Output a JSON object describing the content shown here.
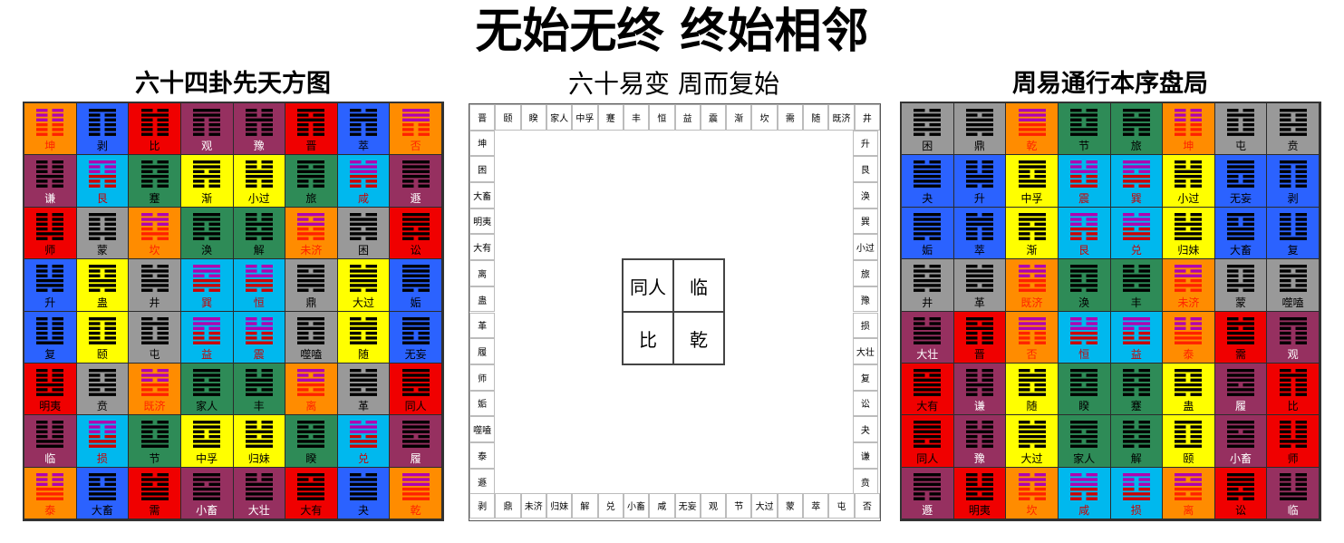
{
  "title": "无始无终 终始相邻",
  "colors": {
    "orange": "#ff8c00",
    "blue": "#2b62ff",
    "red": "#f00000",
    "purple": "#963060",
    "yellow": "#ffff00",
    "cyan": "#00b8ee",
    "green": "#2e8b57",
    "gray": "#999999"
  },
  "left_panel": {
    "title": "六十四卦先天方图",
    "rows": [
      [
        [
          "坤",
          "orange"
        ],
        [
          "剥",
          "blue"
        ],
        [
          "比",
          "red"
        ],
        [
          "观",
          "purple"
        ],
        [
          "豫",
          "purple"
        ],
        [
          "晋",
          "red"
        ],
        [
          "萃",
          "blue"
        ],
        [
          "否",
          "orange"
        ]
      ],
      [
        [
          "谦",
          "purple"
        ],
        [
          "艮",
          "cyan"
        ],
        [
          "蹇",
          "green"
        ],
        [
          "渐",
          "yellow"
        ],
        [
          "小过",
          "yellow"
        ],
        [
          "旅",
          "green"
        ],
        [
          "咸",
          "cyan"
        ],
        [
          "遯",
          "purple"
        ]
      ],
      [
        [
          "师",
          "red"
        ],
        [
          "蒙",
          "gray"
        ],
        [
          "坎",
          "orange"
        ],
        [
          "涣",
          "green"
        ],
        [
          "解",
          "green"
        ],
        [
          "未济",
          "orange"
        ],
        [
          "困",
          "gray"
        ],
        [
          "讼",
          "red"
        ]
      ],
      [
        [
          "升",
          "blue"
        ],
        [
          "蛊",
          "yellow"
        ],
        [
          "井",
          "gray"
        ],
        [
          "巽",
          "cyan"
        ],
        [
          "恒",
          "cyan"
        ],
        [
          "鼎",
          "gray"
        ],
        [
          "大过",
          "yellow"
        ],
        [
          "姤",
          "blue"
        ]
      ],
      [
        [
          "复",
          "blue"
        ],
        [
          "颐",
          "yellow"
        ],
        [
          "屯",
          "gray"
        ],
        [
          "益",
          "cyan"
        ],
        [
          "震",
          "cyan"
        ],
        [
          "噬嗑",
          "gray"
        ],
        [
          "随",
          "yellow"
        ],
        [
          "无妄",
          "blue"
        ]
      ],
      [
        [
          "明夷",
          "red"
        ],
        [
          "贲",
          "gray"
        ],
        [
          "既济",
          "orange"
        ],
        [
          "家人",
          "green"
        ],
        [
          "丰",
          "green"
        ],
        [
          "离",
          "orange"
        ],
        [
          "革",
          "gray"
        ],
        [
          "同人",
          "red"
        ]
      ],
      [
        [
          "临",
          "purple"
        ],
        [
          "损",
          "cyan"
        ],
        [
          "节",
          "green"
        ],
        [
          "中孚",
          "yellow"
        ],
        [
          "归妹",
          "yellow"
        ],
        [
          "睽",
          "green"
        ],
        [
          "兑",
          "cyan"
        ],
        [
          "履",
          "purple"
        ]
      ],
      [
        [
          "泰",
          "orange"
        ],
        [
          "大畜",
          "blue"
        ],
        [
          "需",
          "red"
        ],
        [
          "小畜",
          "purple"
        ],
        [
          "大壮",
          "purple"
        ],
        [
          "大有",
          "red"
        ],
        [
          "夬",
          "blue"
        ],
        [
          "乾",
          "orange"
        ]
      ]
    ]
  },
  "middle_panel": {
    "title": "六十易变  周而复始",
    "top": [
      "晋",
      "颐",
      "睽",
      "家人",
      "中孚",
      "蹇",
      "丰",
      "恒",
      "益",
      "震",
      "渐",
      "坎",
      "需",
      "随",
      "既济",
      "井"
    ],
    "left": [
      "坤",
      "困",
      "大畜",
      "明夷",
      "大有",
      "离",
      "蛊",
      "革",
      "履",
      "师",
      "姤",
      "噬嗑",
      "泰",
      "遯"
    ],
    "right": [
      "升",
      "艮",
      "涣",
      "巽",
      "小过",
      "旅",
      "豫",
      "损",
      "大壮",
      "复",
      "讼",
      "夬",
      "谦",
      "贲"
    ],
    "bottom": [
      "剥",
      "鼎",
      "未济",
      "归妹",
      "解",
      "兑",
      "小畜",
      "咸",
      "无妄",
      "观",
      "节",
      "大过",
      "蒙",
      "萃",
      "屯",
      "否"
    ],
    "center": [
      "同人",
      "临",
      "比",
      "乾"
    ]
  },
  "right_panel": {
    "title": "周易通行本序盘局",
    "rows": [
      [
        [
          "困",
          "gray"
        ],
        [
          "鼎",
          "gray"
        ],
        [
          "乾",
          "orange"
        ],
        [
          "节",
          "green"
        ],
        [
          "旅",
          "green"
        ],
        [
          "坤",
          "orange"
        ],
        [
          "屯",
          "gray"
        ],
        [
          "贲",
          "gray"
        ]
      ],
      [
        [
          "夬",
          "blue"
        ],
        [
          "升",
          "blue"
        ],
        [
          "中孚",
          "yellow"
        ],
        [
          "震",
          "cyan"
        ],
        [
          "巽",
          "cyan"
        ],
        [
          "小过",
          "yellow"
        ],
        [
          "无妄",
          "blue"
        ],
        [
          "剥",
          "blue"
        ]
      ],
      [
        [
          "姤",
          "blue"
        ],
        [
          "萃",
          "blue"
        ],
        [
          "渐",
          "yellow"
        ],
        [
          "艮",
          "cyan"
        ],
        [
          "兑",
          "cyan"
        ],
        [
          "归妹",
          "yellow"
        ],
        [
          "大畜",
          "blue"
        ],
        [
          "复",
          "blue"
        ]
      ],
      [
        [
          "井",
          "gray"
        ],
        [
          "革",
          "gray"
        ],
        [
          "既济",
          "orange"
        ],
        [
          "涣",
          "green"
        ],
        [
          "丰",
          "green"
        ],
        [
          "未济",
          "orange"
        ],
        [
          "蒙",
          "gray"
        ],
        [
          "噬嗑",
          "gray"
        ]
      ],
      [
        [
          "大壮",
          "purple"
        ],
        [
          "晋",
          "red"
        ],
        [
          "否",
          "orange"
        ],
        [
          "恒",
          "cyan"
        ],
        [
          "益",
          "cyan"
        ],
        [
          "泰",
          "orange"
        ],
        [
          "需",
          "red"
        ],
        [
          "观",
          "purple"
        ]
      ],
      [
        [
          "大有",
          "red"
        ],
        [
          "谦",
          "purple"
        ],
        [
          "随",
          "yellow"
        ],
        [
          "睽",
          "green"
        ],
        [
          "蹇",
          "green"
        ],
        [
          "蛊",
          "yellow"
        ],
        [
          "履",
          "purple"
        ],
        [
          "比",
          "red"
        ]
      ],
      [
        [
          "同人",
          "red"
        ],
        [
          "豫",
          "purple"
        ],
        [
          "大过",
          "yellow"
        ],
        [
          "家人",
          "green"
        ],
        [
          "解",
          "green"
        ],
        [
          "颐",
          "yellow"
        ],
        [
          "小畜",
          "purple"
        ],
        [
          "师",
          "red"
        ]
      ],
      [
        [
          "遯",
          "purple"
        ],
        [
          "明夷",
          "red"
        ],
        [
          "坎",
          "orange"
        ],
        [
          "咸",
          "cyan"
        ],
        [
          "损",
          "cyan"
        ],
        [
          "离",
          "orange"
        ],
        [
          "讼",
          "red"
        ],
        [
          "临",
          "purple"
        ]
      ]
    ]
  }
}
